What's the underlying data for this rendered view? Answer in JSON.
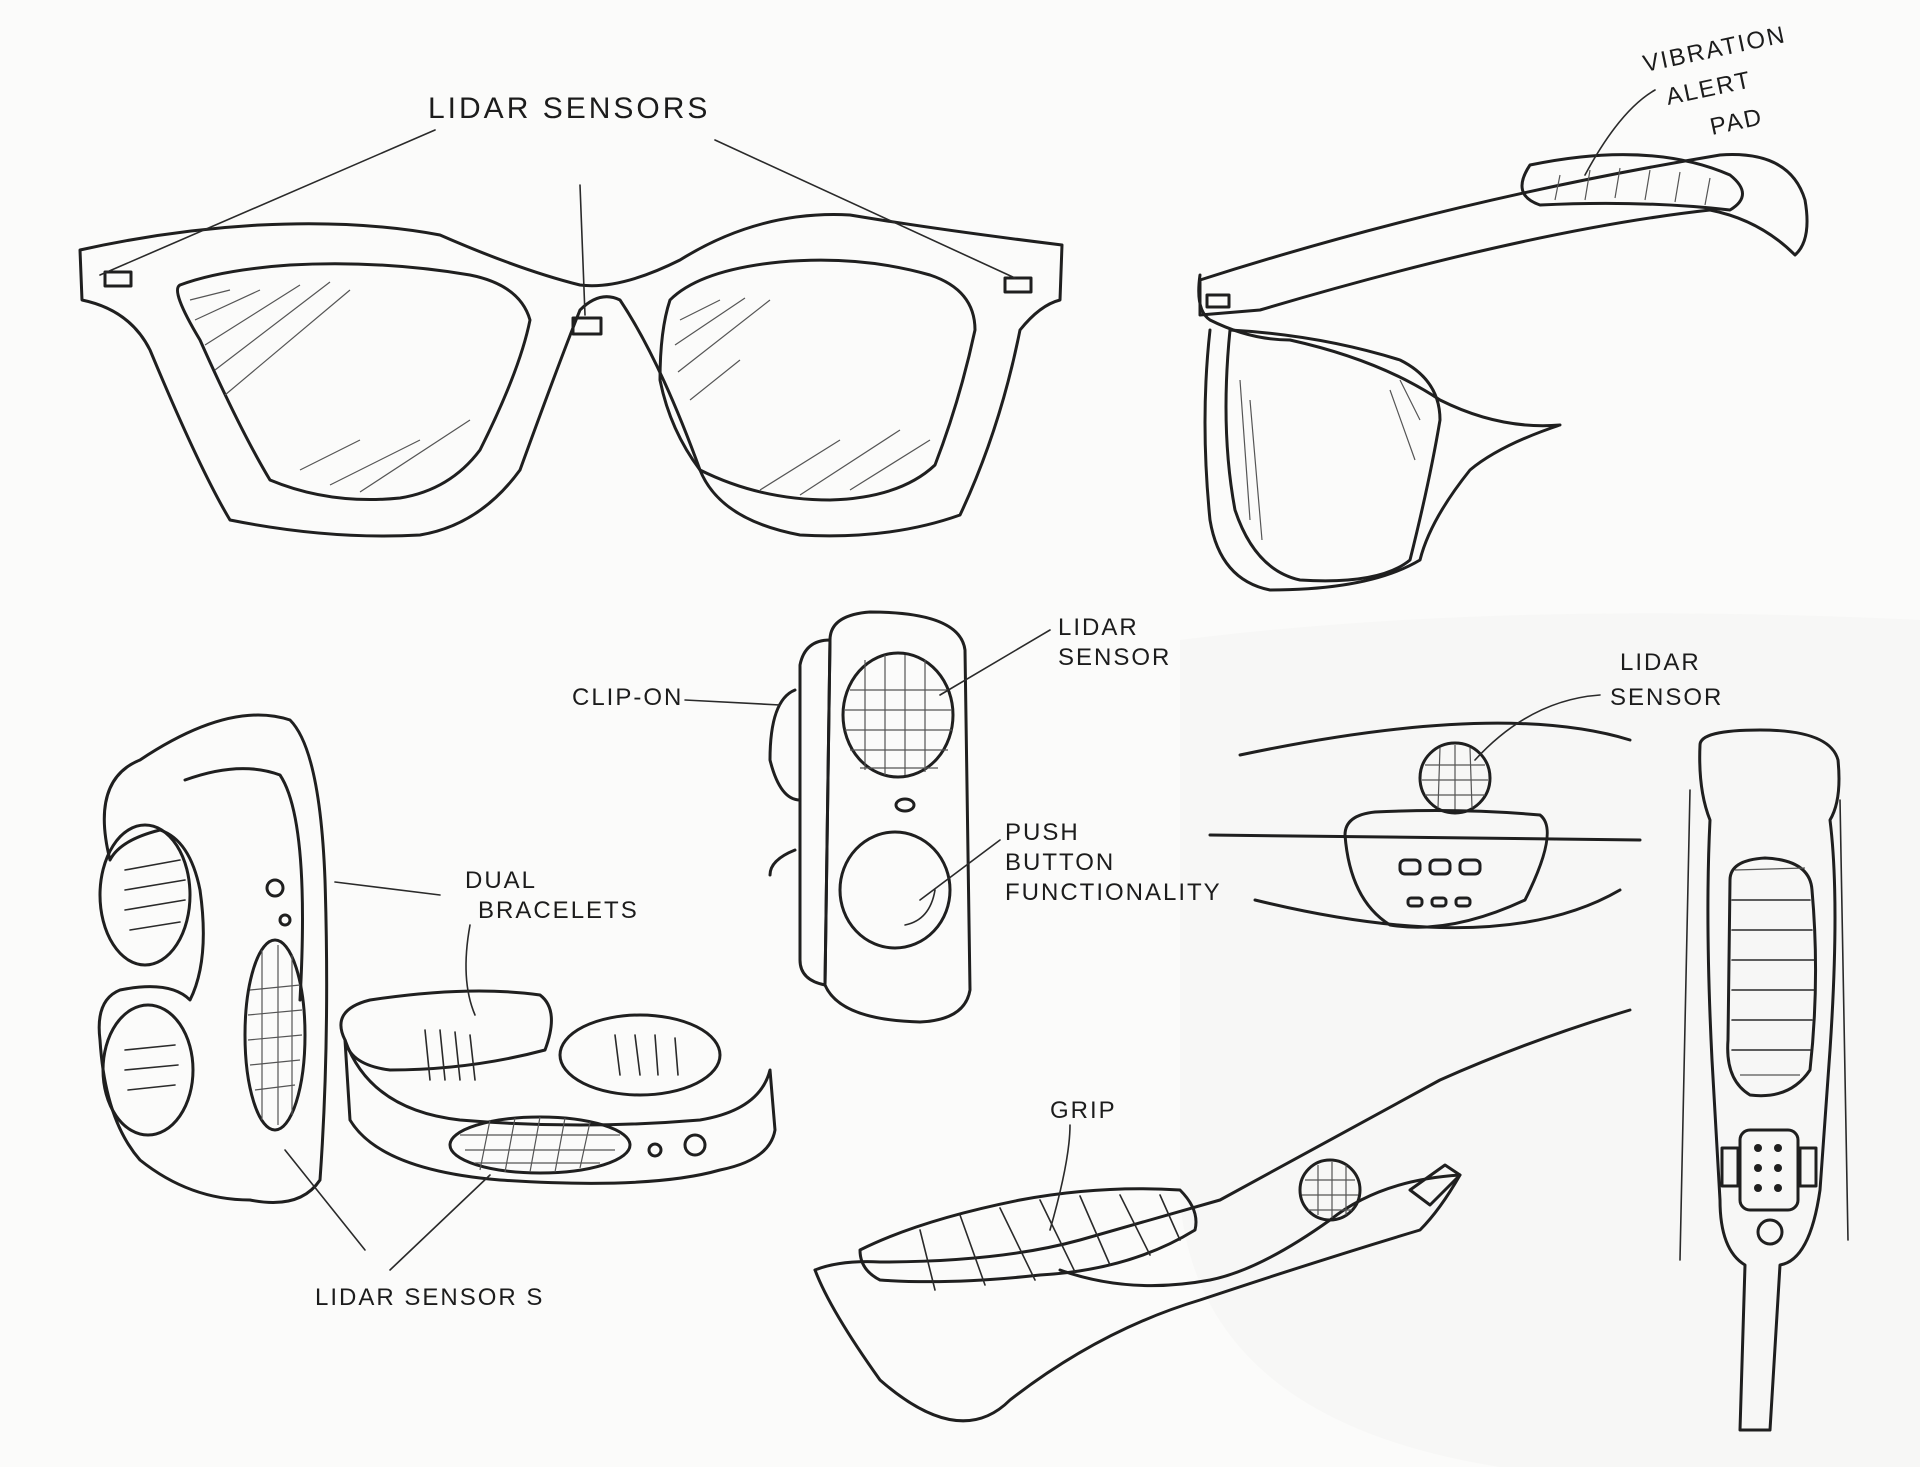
{
  "annotations": {
    "glasses_lidar": "LIDAR SENSORS",
    "vibration_1": "VIBRATION",
    "vibration_2": "ALERT",
    "vibration_3": "PAD",
    "clip_on": "CLIP-ON",
    "clip_lidar_1": "LIDAR",
    "clip_lidar_2": "SENSOR",
    "push_1": "PUSH",
    "push_2": "BUTTON",
    "push_3": "FUNCTIONALITY",
    "bracelets_1": "DUAL",
    "bracelets_2": "BRACELETS",
    "bracelet_lidar": "LIDAR SENSOR S",
    "cane_lidar_1": "LIDAR",
    "cane_lidar_2": "SENSOR",
    "grip": "GRIP"
  }
}
